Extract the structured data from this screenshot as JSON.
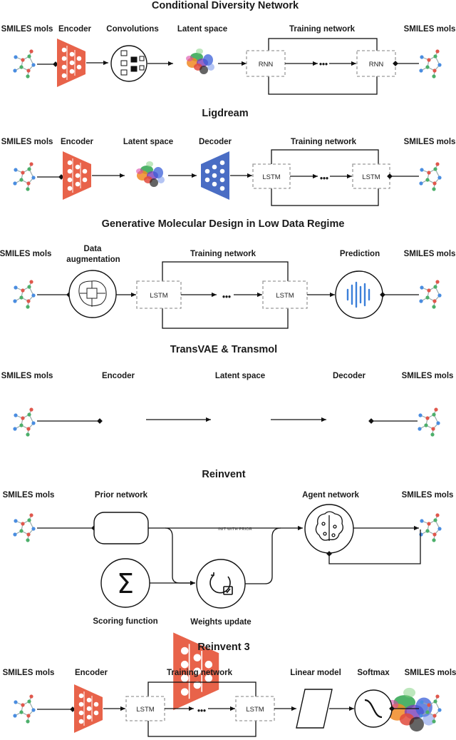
{
  "sections": {
    "cdn": {
      "title": "Conditional Diversity Network",
      "in": "SMILES mols",
      "out": "SMILES mols",
      "encoder": "Encoder",
      "conv": "Convolutions",
      "latent": "Latent space",
      "training": "Training network",
      "rnn1": "RNN",
      "rnn2": "RNN"
    },
    "ligdream": {
      "title": "Ligdream",
      "in": "SMILES mols",
      "out": "SMILES mols",
      "encoder": "Encoder",
      "latent": "Latent space",
      "decoder": "Decoder",
      "training": "Training network",
      "lstm1": "LSTM",
      "lstm2": "LSTM"
    },
    "gmd": {
      "title": "Generative Molecular Design in Low Data Regime",
      "in": "SMILES mols",
      "out": "SMILES mols",
      "aug1": "Data",
      "aug2": "augmentation",
      "training": "Training network",
      "lstm1": "LSTM",
      "lstm2": "LSTM",
      "prediction": "Prediction"
    },
    "transvae": {
      "title": "TransVAE & Transmol",
      "in": "SMILES mols",
      "out": "SMILES mols",
      "encoder": "Encoder",
      "latent": "Latent space",
      "decoder": "Decoder"
    },
    "reinvent": {
      "title": "Reinvent",
      "in": "SMILES mols",
      "out": "SMILES mols",
      "prior": "Prior network",
      "agent": "Agent network",
      "init": "INIT WITH PRIOR",
      "scoring": "Scoring function",
      "weights": "Weights update"
    },
    "reinvent3": {
      "title": "Reinvent 3",
      "in": "SMILES mols",
      "out": "SMILES mols",
      "encoder": "Encoder",
      "training": "Training network",
      "lstm1": "LSTM",
      "lstm2": "LSTM",
      "linear": "Linear model",
      "softmax": "Softmax"
    }
  },
  "colors": {
    "encoder": "#e8634a",
    "decoder": "#4a6dc4",
    "prediction": "#3b7fd9",
    "mol_red": "#e0574c",
    "mol_blue": "#4a8de0",
    "mol_green": "#4caf6a",
    "dash_border": "#9a9a9a"
  },
  "ellipsis": "•••"
}
